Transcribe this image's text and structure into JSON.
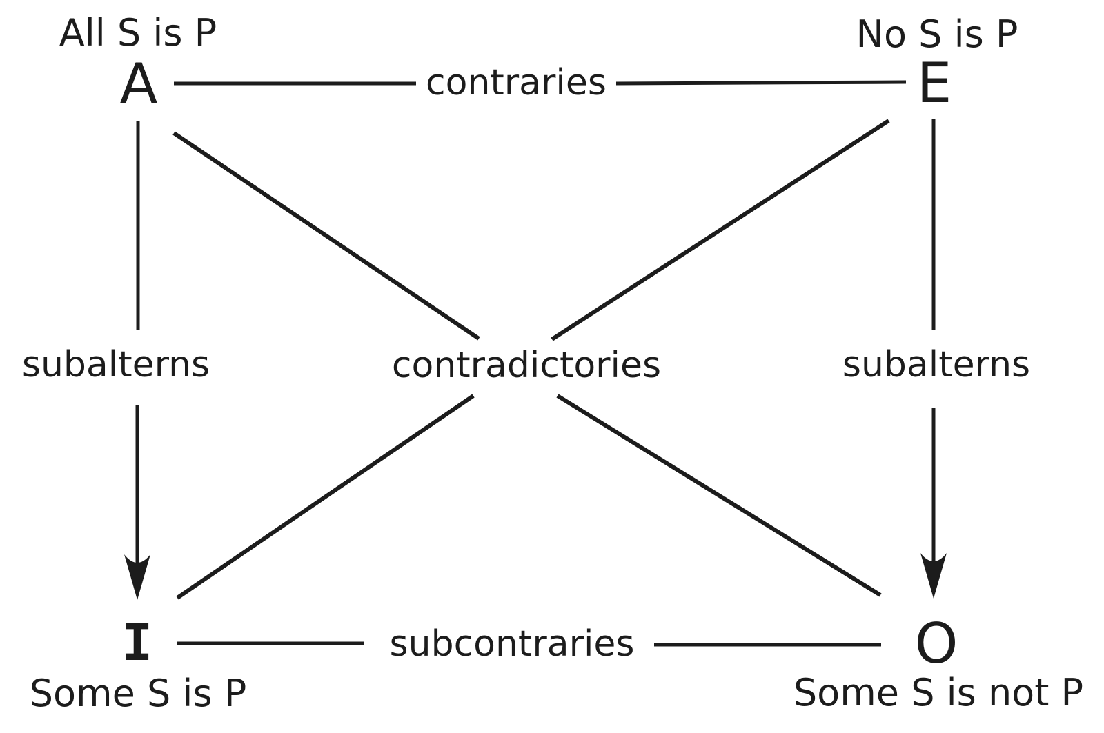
{
  "colors": {
    "ink": "#1c1c1c",
    "background": "#ffffff"
  },
  "nodes": {
    "A": {
      "letter": "A",
      "proposition": "All S is P"
    },
    "E": {
      "letter": "E",
      "proposition": "No S is P"
    },
    "I": {
      "letter": "I",
      "proposition": "Some S is P"
    },
    "O": {
      "letter": "O",
      "proposition": "Some S is not P"
    }
  },
  "relations": {
    "contraries": "contraries",
    "subcontraries": "subcontraries",
    "contradictories": "contradictories",
    "subalterns_left": "subalterns",
    "subalterns_right": "subalterns"
  }
}
